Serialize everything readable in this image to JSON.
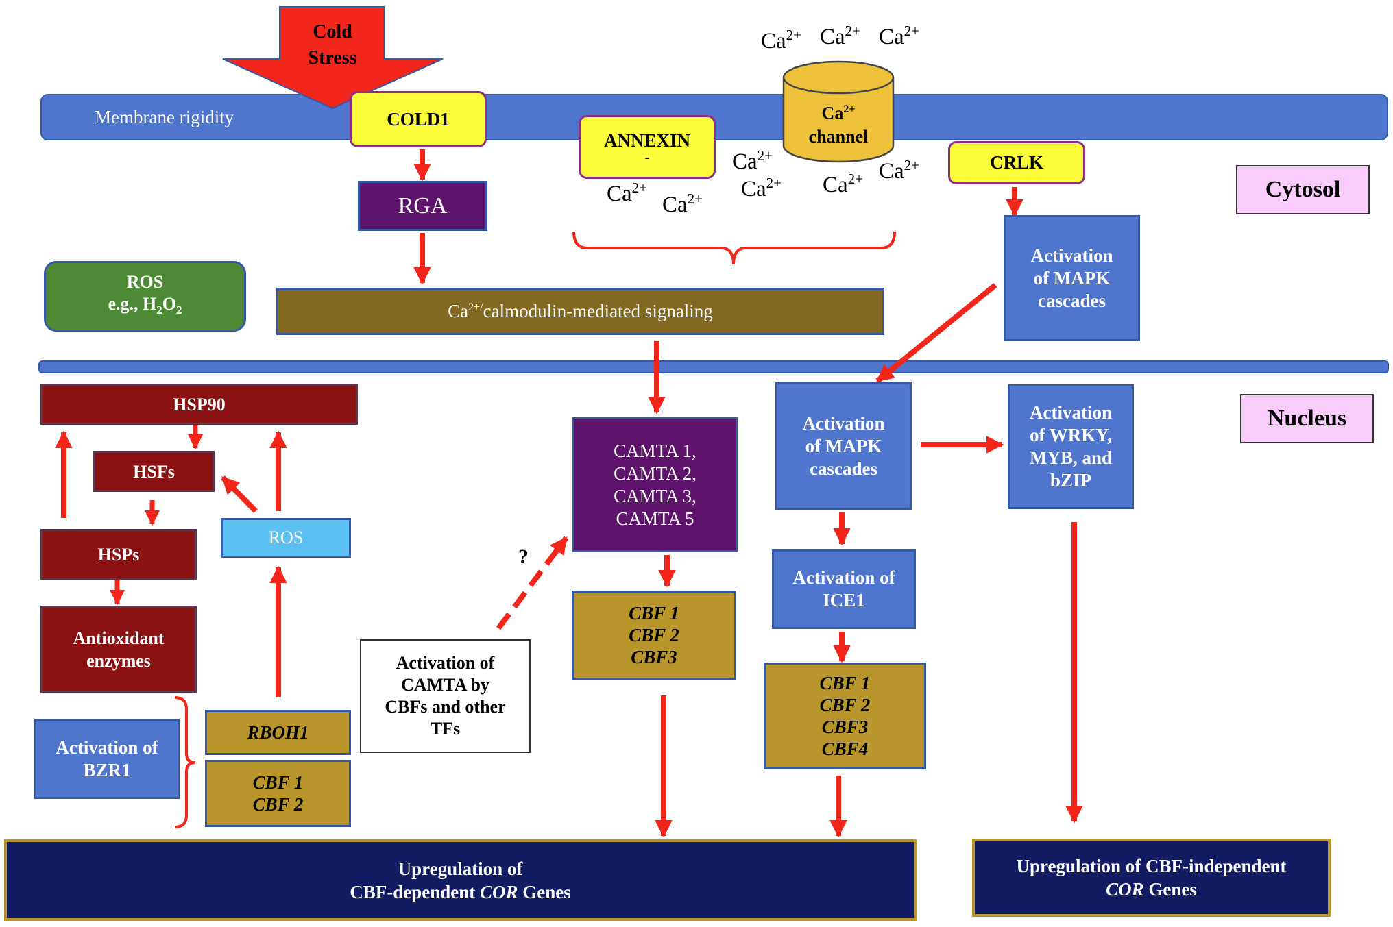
{
  "cold_stress": "Cold\nStress",
  "membrane_label": "Membrane rigidity",
  "cold1": "COLD1",
  "annexin": "ANNEXIN",
  "annexin_mark": "-",
  "ca_channel": {
    "prefix": "Ca",
    "sup": "2+",
    "rest": "channel"
  },
  "ion": {
    "base": "Ca",
    "charge": "2+"
  },
  "crlk": "CRLK",
  "cytosol": "Cytosol",
  "nucleus": "Nucleus",
  "rga": "RGA",
  "ros_cytosol": {
    "line1": "ROS",
    "prefix": "e.g., H",
    "sub1": "2",
    "mid": "O",
    "sub2": "2"
  },
  "calmodulin": {
    "prefix": "Ca",
    "sup": "2+/",
    "rest": "calmodulin-mediated signaling"
  },
  "mapk_cytosol": "Activation\nof MAPK\ncascades",
  "hsp90": "HSP90",
  "hsfs": "HSFs",
  "hsps": "HSPs",
  "ros_nucleus": "ROS",
  "antioxidant": "Antioxidant\nenzymes",
  "bzr1": "Activation of\nBZR1",
  "rboh1": "RBOH1",
  "cbf12_left": "CBF 1\nCBF 2",
  "camta_activation": "Activation of\nCAMTA by\nCBFs and other\nTFs",
  "question_mark": "?",
  "camta": "CAMTA 1,\nCAMTA 2,\nCAMTA 3,\nCAMTA 5",
  "cbf123": "CBF 1\nCBF 2\nCBF3",
  "mapk_nucleus": "Activation\nof MAPK\ncascades",
  "ice1": "Activation of\nICE1",
  "cbf1234": "CBF 1\nCBF 2\nCBF3\nCBF4",
  "wrky": "Activation\nof WRKY,\nMYB, and\nbZIP",
  "cor_dependent": {
    "line1": "Upregulation of",
    "prefix": "CBF-dependent ",
    "italic": "COR",
    "suffix": " Genes"
  },
  "cor_independent": {
    "line1": "Upregulation of CBF-independent",
    "italic": "COR",
    "suffix": " Genes"
  },
  "colors": {
    "arrow": "#f2261b",
    "membrane": "#4f75cc",
    "channel": "#edc13a",
    "ros_green": "#4e8a35",
    "ros_light": "#5bc0f2",
    "purple": "#5e146b",
    "olive": "#826820"
  }
}
